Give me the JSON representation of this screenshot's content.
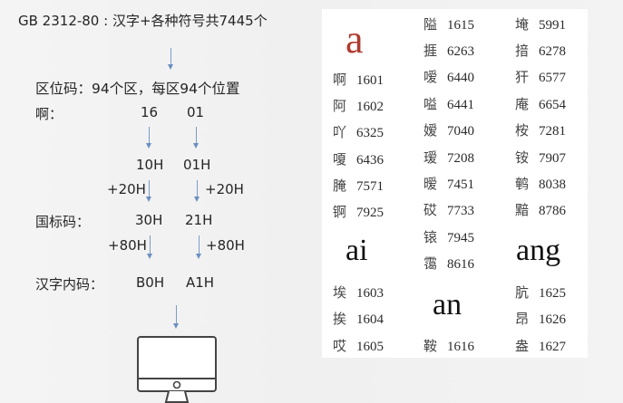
{
  "flow": {
    "title": "GB 2312-80 : 汉字+各种符号共7445个",
    "quwei_label": "区位码：94个区，每区94个位置",
    "example_char": "啊：",
    "quwei_row": {
      "qu": "16",
      "wei": "01"
    },
    "hex_row": {
      "qu": "10H",
      "wei": "01H"
    },
    "add1": {
      "left": "+20H",
      "right": "+20H"
    },
    "guobiao": {
      "label": "国标码：",
      "qu": "30H",
      "wei": "21H"
    },
    "add2": {
      "left": "+80H",
      "right": "+80H"
    },
    "neima": {
      "label": "汉字内码：",
      "qu": "B0H",
      "wei": "A1H"
    },
    "monitor_icon": "computer-monitor-icon",
    "arrow_color": "#6b8fc0"
  },
  "table": {
    "accent_color": "#b03a2e",
    "groups": {
      "a": {
        "heading": "a",
        "col1": [
          {
            "ch": "啊",
            "code": "1601"
          },
          {
            "ch": "阿",
            "code": "1602"
          },
          {
            "ch": "吖",
            "code": "6325"
          },
          {
            "ch": "嗄",
            "code": "6436"
          },
          {
            "ch": "腌",
            "code": "7571"
          },
          {
            "ch": "锕",
            "code": "7925"
          }
        ]
      },
      "ai": {
        "heading": "ai",
        "col1": [
          {
            "ch": "埃",
            "code": "1603"
          },
          {
            "ch": "挨",
            "code": "1604"
          },
          {
            "ch": "哎",
            "code": "1605"
          }
        ],
        "col2": [
          {
            "ch": "隘",
            "code": "1615"
          },
          {
            "ch": "捱",
            "code": "6263"
          },
          {
            "ch": "嗳",
            "code": "6440"
          },
          {
            "ch": "嗌",
            "code": "6441"
          },
          {
            "ch": "嫒",
            "code": "7040"
          },
          {
            "ch": "瑷",
            "code": "7208"
          },
          {
            "ch": "暧",
            "code": "7451"
          },
          {
            "ch": "砹",
            "code": "7733"
          },
          {
            "ch": "锿",
            "code": "7945"
          },
          {
            "ch": "霭",
            "code": "8616"
          }
        ]
      },
      "an": {
        "heading": "an",
        "col2": [
          {
            "ch": "鞍",
            "code": "1616"
          }
        ],
        "col3": [
          {
            "ch": "埯",
            "code": "5991"
          },
          {
            "ch": "揞",
            "code": "6278"
          },
          {
            "ch": "犴",
            "code": "6577"
          },
          {
            "ch": "庵",
            "code": "6654"
          },
          {
            "ch": "桉",
            "code": "7281"
          },
          {
            "ch": "铵",
            "code": "7907"
          },
          {
            "ch": "鹌",
            "code": "8038"
          },
          {
            "ch": "黯",
            "code": "8786"
          }
        ]
      },
      "ang": {
        "heading": "ang",
        "col3": [
          {
            "ch": "肮",
            "code": "1625"
          },
          {
            "ch": "昂",
            "code": "1626"
          },
          {
            "ch": "盎",
            "code": "1627"
          }
        ]
      }
    }
  }
}
